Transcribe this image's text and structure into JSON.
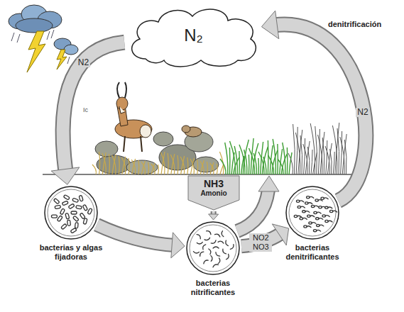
{
  "diagram": {
    "nodes": [
      {
        "text": [
          "N₂"
        ]
      },
      {
        "text": [
          "bacterias y algas fijadoras"
        ]
      },
      {
        "text": [
          "NH3",
          "Amonio"
        ]
      },
      {
        "text": [
          "bacterias nitrificantes"
        ]
      },
      {
        "text": [
          "bacterias denitrificantes"
        ]
      }
    ],
    "edges": [
      {
        "from": 0,
        "to": 1,
        "arrow": "to",
        "label": "N2"
      },
      {
        "from": 1,
        "to": 3,
        "arrow": "to"
      },
      {
        "from": 2,
        "to": 3,
        "arrow": "to"
      },
      {
        "from": 3,
        "to": 4,
        "arrow": "to",
        "label": "NO2 NO3"
      },
      {
        "from": 4,
        "to": 0,
        "arrow": "to",
        "label": "N2"
      }
    ],
    "labels": [
      "denitrificación",
      "Ic"
    ]
  }
}
